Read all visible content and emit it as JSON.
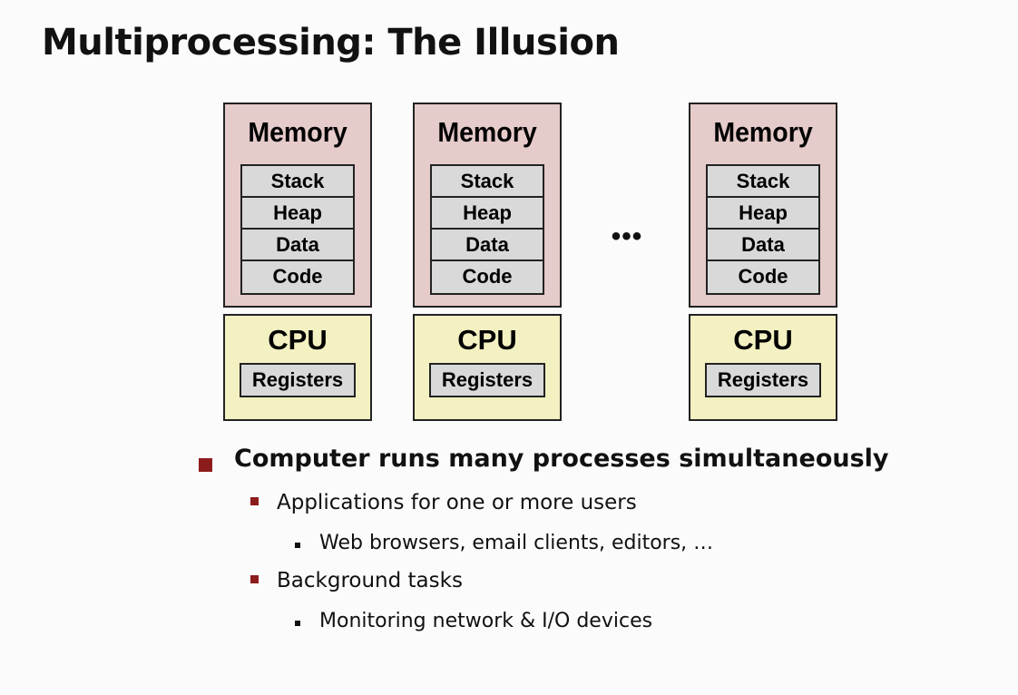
{
  "title": "Multiprocessing: The Illusion",
  "processes": [
    {
      "memory_label": "Memory",
      "segments": [
        "Stack",
        "Heap",
        "Data",
        "Code"
      ],
      "cpu_label": "CPU",
      "registers_label": "Registers"
    },
    {
      "memory_label": "Memory",
      "segments": [
        "Stack",
        "Heap",
        "Data",
        "Code"
      ],
      "cpu_label": "CPU",
      "registers_label": "Registers"
    },
    {
      "memory_label": "Memory",
      "segments": [
        "Stack",
        "Heap",
        "Data",
        "Code"
      ],
      "cpu_label": "CPU",
      "registers_label": "Registers"
    }
  ],
  "ellipsis": "•••",
  "bullets": [
    {
      "level": 1,
      "text": "Computer runs many processes simultaneously"
    },
    {
      "level": 2,
      "text": "Applications for one or more users"
    },
    {
      "level": 3,
      "text": "Web browsers, email clients, editors, …"
    },
    {
      "level": 2,
      "text": "Background tasks"
    },
    {
      "level": 3,
      "text": "Monitoring network & I/O devices"
    }
  ],
  "colors": {
    "memory_fill": "#e6cbcb",
    "cpu_fill": "#f3f0c2",
    "segment_fill": "#d9d9d9",
    "bullet_marker": "#8c1c1c"
  }
}
